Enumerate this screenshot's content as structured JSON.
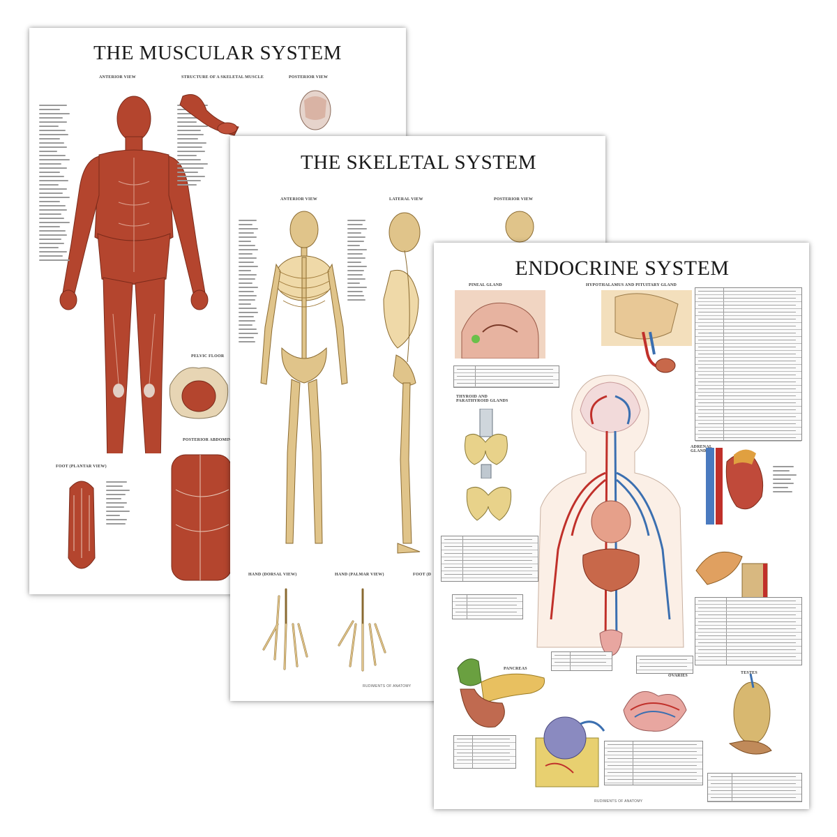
{
  "posters": {
    "muscular": {
      "title": "THE MUSCULAR SYSTEM",
      "sections": {
        "anterior": "ANTERIOR VIEW",
        "structure": "STRUCTURE OF A SKELETAL MUSCLE",
        "posterior": "POSTERIOR VIEW",
        "pelvic": "PELVIC FLOOR",
        "abdominal": "POSTERIOR ABDOMINAL",
        "foot": "FOOT (PLANTAR VIEW)"
      }
    },
    "skeletal": {
      "title": "THE SKELETAL SYSTEM",
      "sections": {
        "anterior": "ANTERIOR VIEW",
        "lateral": "LATERAL VIEW",
        "posterior": "POSTERIOR VIEW",
        "hand_dorsal": "HAND (DORSAL VIEW)",
        "hand_palmar": "HAND (PALMAR VIEW)",
        "foot": "FOOT (D"
      },
      "footer": "RUDIMENTS OF ANATOMY"
    },
    "endocrine": {
      "title": "ENDOCRINE SYSTEM",
      "sections": {
        "pineal": "PINEAL GLAND",
        "hypothalamus": "HYPOTHALAMUS AND PITUITARY GLAND",
        "thyroid": "THYROID AND PARATHYROID GLANDS",
        "adrenal": "ADRENAL GLANDS",
        "pancreas": "PANCREAS",
        "ovaries": "OVARIES",
        "testes": "TESTES"
      },
      "footer": "RUDIMENTS OF ANATOMY"
    }
  },
  "colors": {
    "muscle": "#b4452e",
    "bone": "#e0c48a",
    "artery": "#c0302a",
    "vein": "#3b6fb0",
    "organ": "#c8684a"
  }
}
